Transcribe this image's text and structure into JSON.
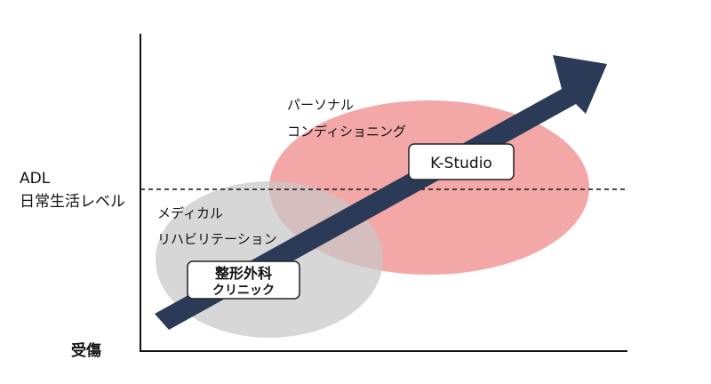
{
  "y_axis": {
    "level_label_line1": "ADL",
    "level_label_line2": "日常生活レベル",
    "origin_label": "受傷"
  },
  "regions": {
    "medical": {
      "label_line1": "メディカル",
      "label_line2": "リハビリテーション",
      "color": "#d4d4d4"
    },
    "personal": {
      "label_line1": "パーソナル",
      "label_line2": "コンディショニング",
      "color": "#f09494"
    }
  },
  "boxes": {
    "clinic": {
      "line1": "整形外科",
      "line2": "クリニック"
    },
    "studio": {
      "line1": "K-Studio"
    }
  },
  "colors": {
    "arrow": "#2a3a57",
    "axis": "#111111",
    "box_border": "#222222",
    "box_fill": "#ffffff"
  }
}
